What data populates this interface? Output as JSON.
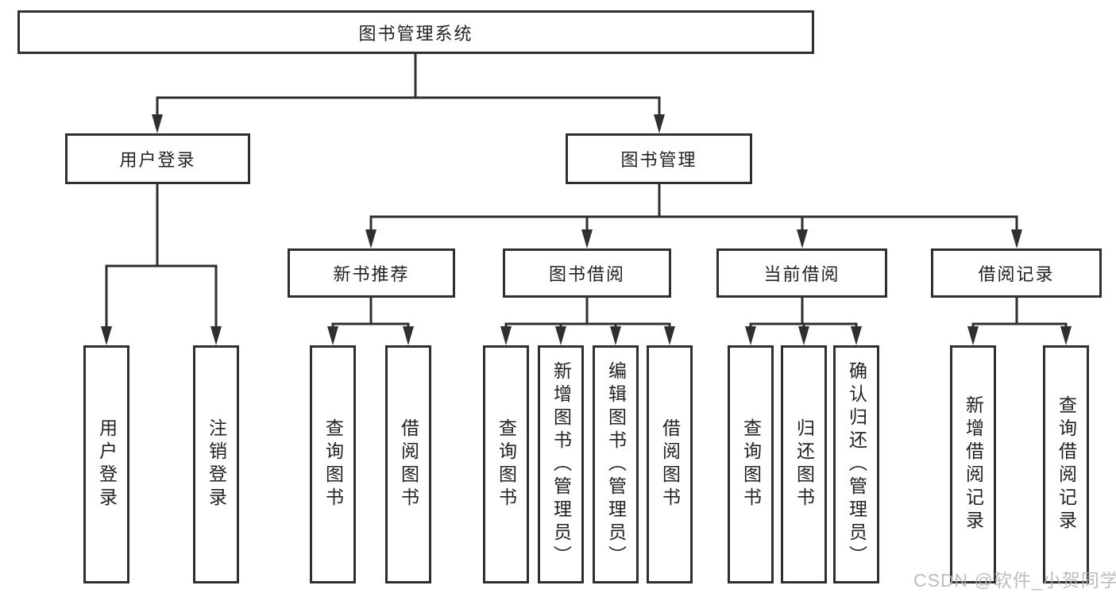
{
  "diagram": {
    "title": "图书管理系统",
    "root": {
      "label": "图书管理系统"
    },
    "level1": [
      {
        "label": "用户登录"
      },
      {
        "label": "图书管理"
      }
    ],
    "level2": [
      {
        "label": "新书推荐"
      },
      {
        "label": "图书借阅"
      },
      {
        "label": "当前借阅"
      },
      {
        "label": "借阅记录"
      }
    ],
    "leaves": {
      "user_login": [
        {
          "label": "用户登录"
        },
        {
          "label": "注销登录"
        }
      ],
      "new_book": [
        {
          "label": "查询图书"
        },
        {
          "label": "借阅图书"
        }
      ],
      "book_borrow": [
        {
          "label": "查询图书"
        },
        {
          "label": "新增图书（管理员）"
        },
        {
          "label": "编辑图书（管理员）"
        },
        {
          "label": "借阅图书"
        }
      ],
      "current_borrow": [
        {
          "label": "查询图书"
        },
        {
          "label": "归还图书"
        },
        {
          "label": "确认归还（管理员）"
        }
      ],
      "borrow_records": [
        {
          "label": "新增借阅记录"
        },
        {
          "label": "查询借阅记录"
        }
      ]
    }
  },
  "watermark": {
    "text": "CSDN @软件_小贺同学"
  },
  "colors": {
    "line": "#2f2f2f",
    "text": "#222222",
    "watermark": "#b2b2b2",
    "background": "#ffffff"
  }
}
